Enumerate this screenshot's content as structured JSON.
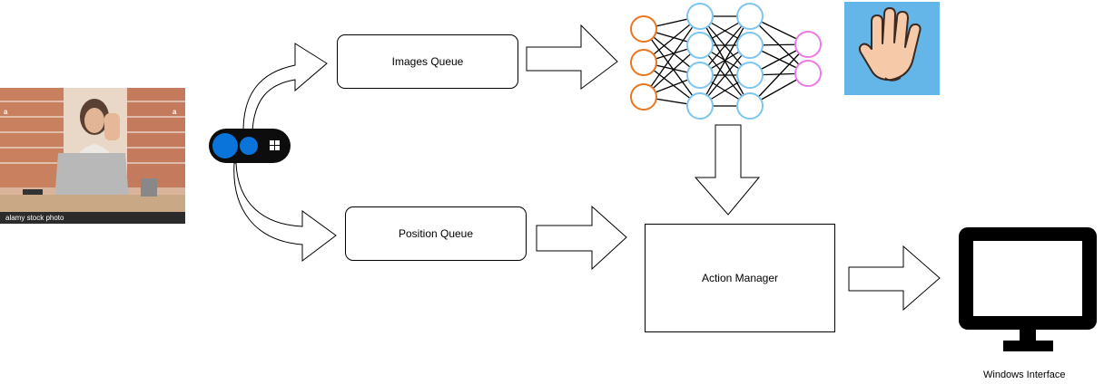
{
  "nodes": {
    "images_queue": "Images Queue",
    "position_queue": "Position Queue",
    "action_manager": "Action Manager",
    "windows_interface": "Windows Interface"
  },
  "photo": {
    "watermark": "alamy stock photo"
  },
  "colors": {
    "input_layer": "#e8761e",
    "hidden_layer": "#7ec5f0",
    "output_layer": "#ec7ae8",
    "device_blue": "#0a74da",
    "hand_tile": "#64b5e8"
  },
  "icons": [
    "webcam-device-icon",
    "neural-network-icon",
    "hand-gesture-icon",
    "monitor-icon"
  ]
}
